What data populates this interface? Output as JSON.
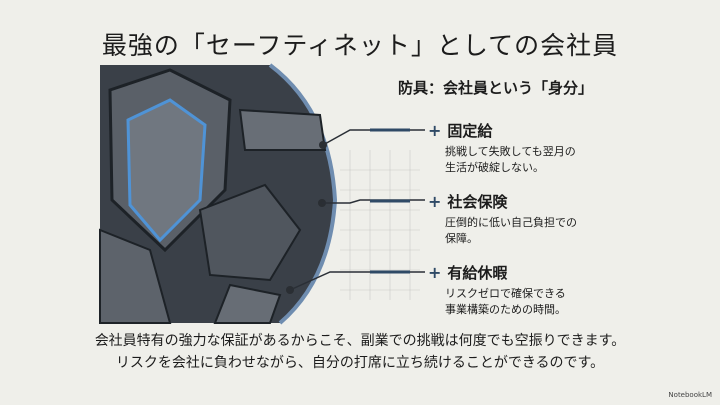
{
  "title": "最強の「セーフティネット」としての会社員",
  "subtitle": "防具：会社員という「身分」",
  "items": [
    {
      "label": "固定給",
      "desc": [
        "挑戦して失敗しても翌月の",
        "生活が破綻しない。"
      ]
    },
    {
      "label": "社会保険",
      "desc": [
        "圧倒的に低い自己負担での",
        "保障。"
      ]
    },
    {
      "label": "有給休暇",
      "desc": [
        "リスクゼロで確保できる",
        "事業構築のための時間。"
      ]
    }
  ],
  "plus": "+",
  "footer": [
    "会社員特有の強力な保証があるからこそ、副業での挑戦は何度でも空振りできます。",
    "リスクを会社に負わせながら、自分の打席に立ち続けることができるのです。"
  ],
  "brand": "NotebookLM",
  "colors": {
    "accent": "#2f4a66",
    "background": "#efefea"
  }
}
